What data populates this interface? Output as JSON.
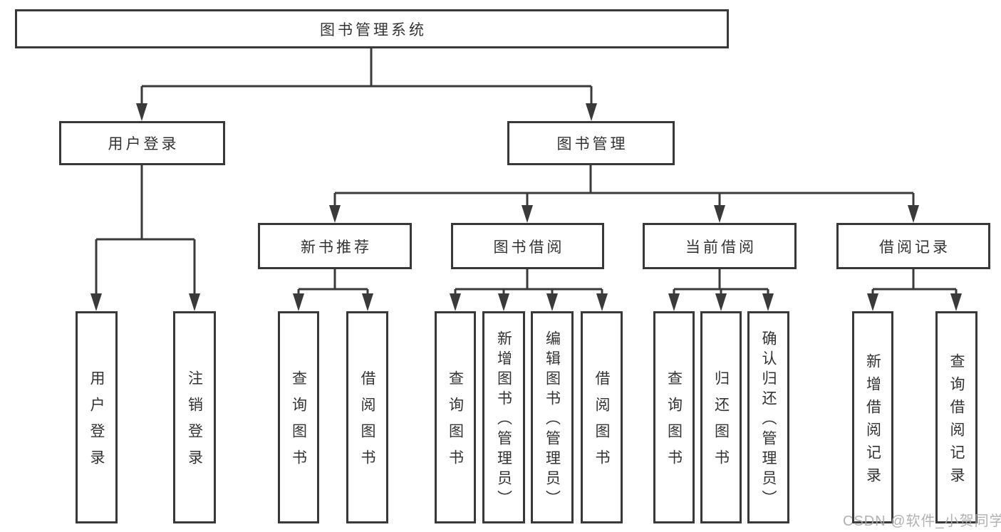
{
  "colors": {
    "line": "#3a3a3a",
    "text": "#333333",
    "watermark_text": "#a9a9a9",
    "background": "#ffffff"
  },
  "watermark": {
    "text": "CSDN @软件_小贺同学"
  },
  "diagram": {
    "root": {
      "label": "图书管理系统"
    },
    "user_login": {
      "label": "用户登录",
      "children": [
        "用户登录",
        "注销登录"
      ]
    },
    "book_management": {
      "label": "图书管理",
      "sections": {
        "new_book_recommend": {
          "label": "新书推荐",
          "children": [
            "查询图书",
            "借阅图书"
          ]
        },
        "book_borrow": {
          "label": "图书借阅",
          "children": [
            "查询图书",
            "新增图书（管理员）",
            "编辑图书（管理员）",
            "借阅图书"
          ]
        },
        "current_borrow": {
          "label": "当前借阅",
          "children": [
            "查询图书",
            "归还图书",
            "确认归还（管理员）"
          ]
        },
        "borrow_records": {
          "label": "借阅记录",
          "children": [
            "新增借阅记录",
            "查询借阅记录"
          ]
        }
      }
    }
  }
}
